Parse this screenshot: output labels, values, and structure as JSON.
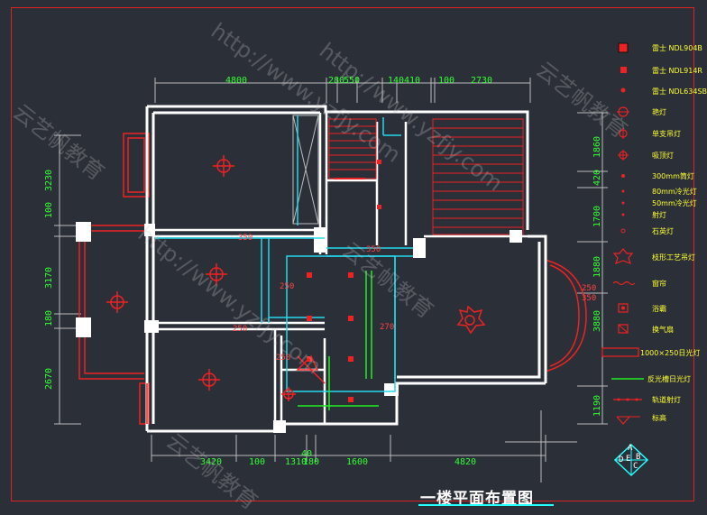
{
  "title": "一楼平面布置图",
  "dimensions_top": [
    "4800",
    "280",
    "550",
    "140",
    "410",
    "100",
    "2730"
  ],
  "dimensions_bottom": [
    "3420",
    "100",
    "1310",
    "180",
    "1600",
    "4820",
    "40"
  ],
  "dimensions_left": [
    "3230",
    "100",
    "3170",
    "180",
    "2670"
  ],
  "dimensions_right": [
    "1860",
    "420",
    "1700",
    "1880",
    "3880",
    "1190"
  ],
  "room_labels": [
    "350",
    "250",
    "250",
    "270",
    "350",
    "250",
    "250",
    "350"
  ],
  "legend": [
    {
      "label": "雷士 NDL904B",
      "icon": "red-square-icon"
    },
    {
      "label": "雷士 NDL914R",
      "icon": "small-red-square-icon"
    },
    {
      "label": "雷士 NDL634SB",
      "icon": "red-dot-icon"
    },
    {
      "label": "艳灯",
      "icon": "pendant-light-icon"
    },
    {
      "label": "单支吊灯",
      "icon": "single-pendant-icon"
    },
    {
      "label": "吸顶灯",
      "icon": "ceiling-light-icon"
    },
    {
      "label": "300mm筒灯",
      "icon": "downlight-icon"
    },
    {
      "label": "80mm冷光灯",
      "icon": "small-dot-icon"
    },
    {
      "label": "50mm冷光灯",
      "icon": "small-dot-icon"
    },
    {
      "label": "射灯",
      "icon": "spotlight-icon"
    },
    {
      "label": "石英灯",
      "icon": "quartz-light-icon"
    },
    {
      "label": "枝形工艺吊灯",
      "icon": "chandelier-icon"
    },
    {
      "label": "窗帘",
      "icon": "curtain-icon"
    },
    {
      "label": "浴霸",
      "icon": "bath-heater-icon"
    },
    {
      "label": "换气扇",
      "icon": "exhaust-fan-icon"
    },
    {
      "label": "1000×250日光灯",
      "icon": "fluorescent-light-icon"
    },
    {
      "label": "反光槽日光灯",
      "icon": "cove-light-icon"
    },
    {
      "label": "轨道射灯",
      "icon": "track-light-icon"
    },
    {
      "label": "标高",
      "icon": "elevation-mark-icon"
    }
  ],
  "compass": [
    "A",
    "B",
    "C",
    "D",
    "E"
  ],
  "watermarks": [
    "云艺帆教育",
    "http://www.yzfjy.com"
  ],
  "colors": {
    "background": "#2b2f38",
    "wall": "#ffffff",
    "fixture": "#ff2222",
    "dimension": "#33ff33",
    "ceiling": "#22d8ee",
    "legend_text": "#ffff33"
  }
}
